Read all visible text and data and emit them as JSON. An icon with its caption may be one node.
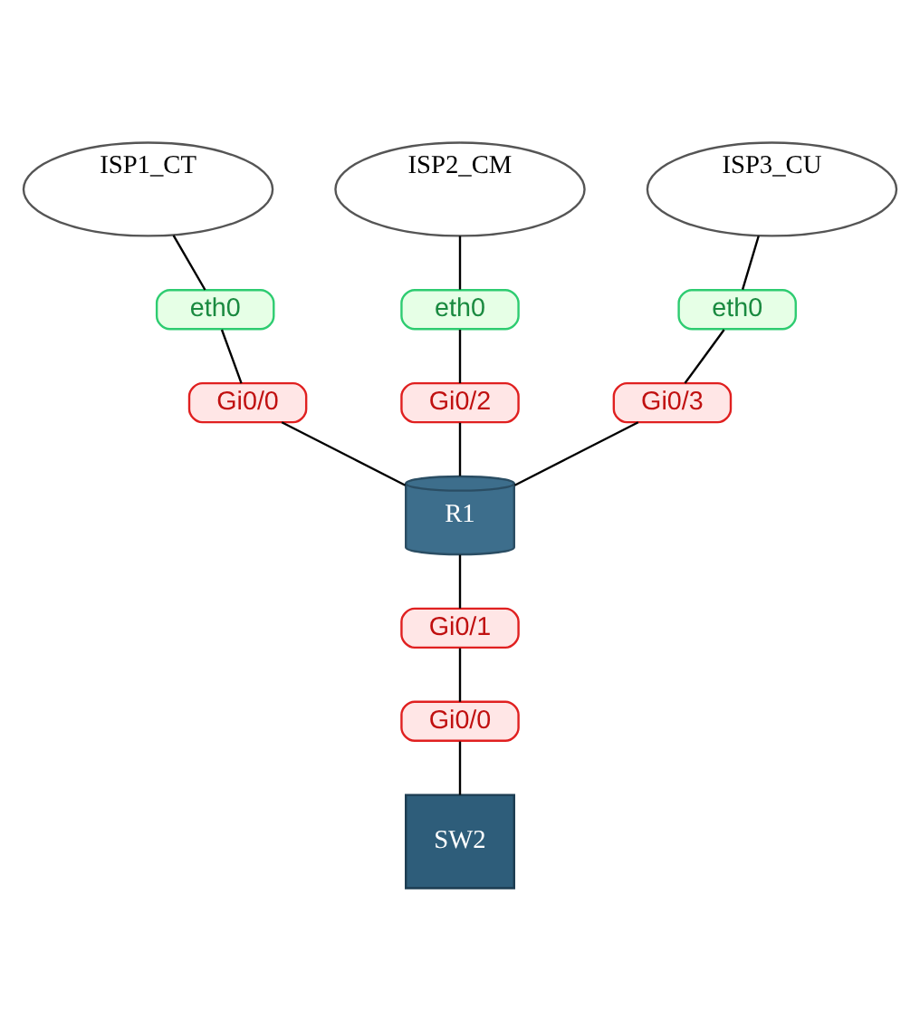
{
  "diagram": {
    "nodes": [
      {
        "text": [
          "ISP1_CT"
        ]
      },
      {
        "text": [
          "ISP2_CM"
        ]
      },
      {
        "text": [
          "ISP3_CU"
        ]
      },
      {
        "text": [
          "eth0"
        ]
      },
      {
        "text": [
          "eth0"
        ]
      },
      {
        "text": [
          "eth0"
        ]
      },
      {
        "text": [
          "Gi0/0"
        ]
      },
      {
        "text": [
          "Gi0/2"
        ]
      },
      {
        "text": [
          "Gi0/3"
        ]
      },
      {
        "text": [
          "R1"
        ]
      },
      {
        "text": [
          "Gi0/1"
        ]
      },
      {
        "text": [
          "Gi0/0"
        ]
      },
      {
        "text": [
          "SW2"
        ]
      }
    ],
    "edges": [
      {
        "from": 0,
        "to": 3,
        "arrow": "none"
      },
      {
        "from": 3,
        "to": 6,
        "arrow": "none"
      },
      {
        "from": 6,
        "to": 9,
        "arrow": "none"
      },
      {
        "from": 1,
        "to": 4,
        "arrow": "none"
      },
      {
        "from": 4,
        "to": 7,
        "arrow": "none"
      },
      {
        "from": 7,
        "to": 9,
        "arrow": "none"
      },
      {
        "from": 2,
        "to": 5,
        "arrow": "none"
      },
      {
        "from": 5,
        "to": 8,
        "arrow": "none"
      },
      {
        "from": 8,
        "to": 9,
        "arrow": "none"
      },
      {
        "from": 9,
        "to": 10,
        "arrow": "none"
      },
      {
        "from": 10,
        "to": 11,
        "arrow": "none"
      },
      {
        "from": 11,
        "to": 12,
        "arrow": "none"
      }
    ]
  }
}
